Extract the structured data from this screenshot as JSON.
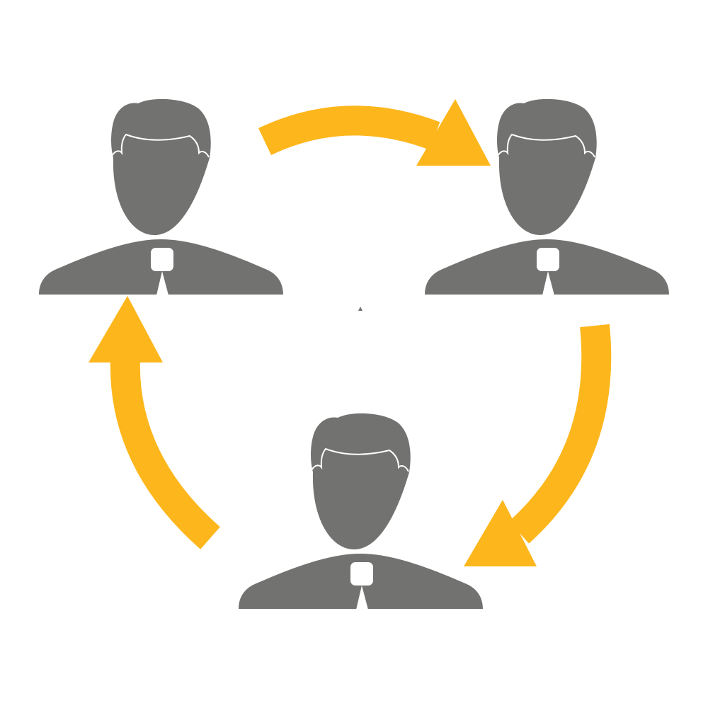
{
  "diagram": {
    "type": "cycle",
    "nodes": [
      {
        "icon": "person-icon"
      },
      {
        "icon": "person-icon"
      },
      {
        "icon": "person-icon"
      }
    ],
    "arrows": [
      {
        "from": 0,
        "to": 1,
        "icon": "arrow-icon"
      },
      {
        "from": 1,
        "to": 2,
        "icon": "arrow-icon"
      },
      {
        "from": 2,
        "to": 0,
        "icon": "arrow-icon"
      }
    ]
  },
  "colors": {
    "person": "#727270",
    "arrow": "#FDB71C",
    "background": "#FFFFFF"
  }
}
